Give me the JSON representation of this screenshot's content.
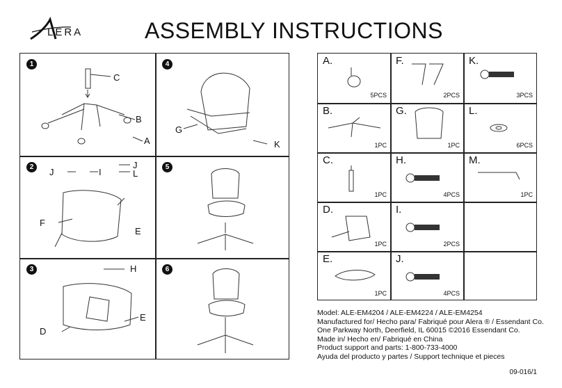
{
  "brand": "LERA",
  "title": "ASSEMBLY INSTRUCTIONS",
  "steps": [
    {
      "num": "1",
      "labels": [
        "C",
        "B",
        "A"
      ]
    },
    {
      "num": "4",
      "labels": [
        "G",
        "K"
      ]
    },
    {
      "num": "2",
      "labels": [
        "J",
        "I",
        "J",
        "L",
        "F",
        "E"
      ]
    },
    {
      "num": "5",
      "labels": []
    },
    {
      "num": "3",
      "labels": [
        "H",
        "E",
        "D"
      ]
    },
    {
      "num": "6",
      "labels": []
    }
  ],
  "parts": [
    {
      "letter": "A.",
      "qty": "5PCS"
    },
    {
      "letter": "F.",
      "qty": "2PCS"
    },
    {
      "letter": "K.",
      "qty": "3PCS"
    },
    {
      "letter": "B.",
      "qty": "1PC"
    },
    {
      "letter": "G.",
      "qty": "1PC"
    },
    {
      "letter": "L.",
      "qty": "6PCS"
    },
    {
      "letter": "C.",
      "qty": "1PC"
    },
    {
      "letter": "H.",
      "qty": "4PCS"
    },
    {
      "letter": "M.",
      "qty": "1PC"
    },
    {
      "letter": "D.",
      "qty": "1PC"
    },
    {
      "letter": "I.",
      "qty": "2PCS"
    },
    {
      "letter": "",
      "qty": ""
    },
    {
      "letter": "E.",
      "qty": "1PC"
    },
    {
      "letter": "J.",
      "qty": "4PCS"
    },
    {
      "letter": "",
      "qty": ""
    }
  ],
  "info": [
    "Model: ALE-EM4204 / ALE-EM4224 / ALE-EM4254",
    "Manufactured for/ Hecho para/ Fabriqué pour Alera ® / Essendant Co.",
    "One Parkway North, Deerfield, IL 60015 ©2016 Essendant Co.",
    "Made in/ Hecho en/ Fabriqué en China",
    "Product support and parts: 1-800-733-4000",
    "Ayuda del producto y partes / Support technique et pieces"
  ],
  "doc_code": "09-016/1"
}
